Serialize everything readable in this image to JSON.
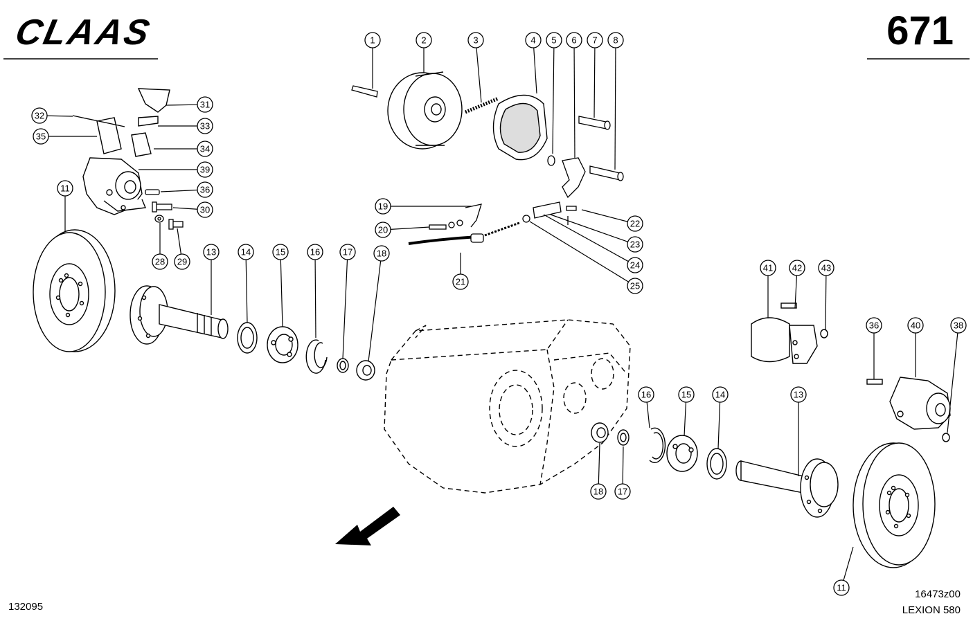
{
  "header": {
    "brand": "CLAAS",
    "page_number": "671"
  },
  "footer": {
    "sheet_number": "132095",
    "drawing_number": "16473z00",
    "model": "LEXION 580"
  },
  "callouts": [
    {
      "id": "c1",
      "label": "1"
    },
    {
      "id": "c2",
      "label": "2"
    },
    {
      "id": "c3",
      "label": "3"
    },
    {
      "id": "c4",
      "label": "4"
    },
    {
      "id": "c5",
      "label": "5"
    },
    {
      "id": "c6",
      "label": "6"
    },
    {
      "id": "c7",
      "label": "7"
    },
    {
      "id": "c8",
      "label": "8"
    },
    {
      "id": "c31",
      "label": "31"
    },
    {
      "id": "c32",
      "label": "32"
    },
    {
      "id": "c33",
      "label": "33"
    },
    {
      "id": "c35",
      "label": "35"
    },
    {
      "id": "c34",
      "label": "34"
    },
    {
      "id": "c39",
      "label": "39"
    },
    {
      "id": "c11a",
      "label": "11"
    },
    {
      "id": "c36a",
      "label": "36"
    },
    {
      "id": "c30",
      "label": "30"
    },
    {
      "id": "c28",
      "label": "28"
    },
    {
      "id": "c29",
      "label": "29"
    },
    {
      "id": "c13a",
      "label": "13"
    },
    {
      "id": "c14a",
      "label": "14"
    },
    {
      "id": "c15a",
      "label": "15"
    },
    {
      "id": "c16a",
      "label": "16"
    },
    {
      "id": "c17a",
      "label": "17"
    },
    {
      "id": "c18a",
      "label": "18"
    },
    {
      "id": "c19",
      "label": "19"
    },
    {
      "id": "c20",
      "label": "20"
    },
    {
      "id": "c21",
      "label": "21"
    },
    {
      "id": "c22",
      "label": "22"
    },
    {
      "id": "c23",
      "label": "23"
    },
    {
      "id": "c24",
      "label": "24"
    },
    {
      "id": "c25",
      "label": "25"
    },
    {
      "id": "c41",
      "label": "41"
    },
    {
      "id": "c42",
      "label": "42"
    },
    {
      "id": "c43",
      "label": "43"
    },
    {
      "id": "c36b",
      "label": "36"
    },
    {
      "id": "c40",
      "label": "40"
    },
    {
      "id": "c38",
      "label": "38"
    },
    {
      "id": "c16b",
      "label": "16"
    },
    {
      "id": "c15b",
      "label": "15"
    },
    {
      "id": "c14b",
      "label": "14"
    },
    {
      "id": "c13b",
      "label": "13"
    },
    {
      "id": "c18b",
      "label": "18"
    },
    {
      "id": "c17b",
      "label": "17"
    },
    {
      "id": "c11b",
      "label": "11"
    }
  ]
}
